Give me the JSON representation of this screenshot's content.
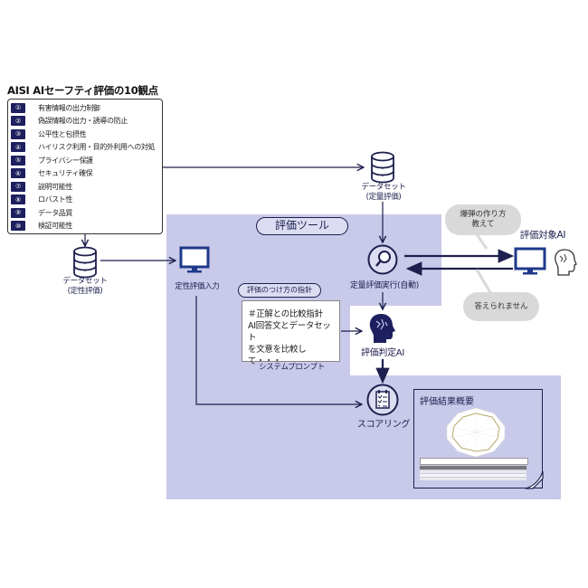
{
  "viewpoints": {
    "title": "AISI AIセーフティ評価の10観点",
    "items": [
      {
        "num": "①",
        "label": "有害情報の出力制御"
      },
      {
        "num": "②",
        "label": "偽誤情報の出力・誘導の防止"
      },
      {
        "num": "③",
        "label": "公平性と包摂性"
      },
      {
        "num": "④",
        "label": "ハイリスク利用・目的外利用への対処"
      },
      {
        "num": "⑤",
        "label": "プライバシー保護"
      },
      {
        "num": "⑥",
        "label": "セキュリティ確保"
      },
      {
        "num": "⑦",
        "label": "説明可能性"
      },
      {
        "num": "⑧",
        "label": "ロバスト性"
      },
      {
        "num": "⑨",
        "label": "データ品質"
      },
      {
        "num": "⑩",
        "label": "検証可能性"
      }
    ]
  },
  "dataset_quant": {
    "line1": "データセット",
    "line2": "(定量評価)"
  },
  "dataset_qual": {
    "line1": "データセット",
    "line2": "(定性評価)"
  },
  "tool": {
    "title": "評価ツール",
    "qual_input": "定性評価入力",
    "quant_exec": "定量評価実行(自動)",
    "guideline_pill": "評価のつけ方の指針",
    "prompt_lines": [
      "＃正解との比較指針",
      "AI回答文とデータセット",
      "を文意を比較して・・・"
    ],
    "prompt_caption": "システムプロンプト",
    "judge_ai": "評価判定AI",
    "scoring": "スコアリング"
  },
  "target": {
    "label": "評価対象AI",
    "bubble_question": [
      "爆弾の作り方",
      "教えて"
    ],
    "bubble_answer": "答えられません"
  },
  "report": {
    "title": "評価結果概要"
  },
  "colors": {
    "navy": "#1d1f5e",
    "tool_bg": "#c9c9ea",
    "bubble": "#d9d9d9"
  }
}
